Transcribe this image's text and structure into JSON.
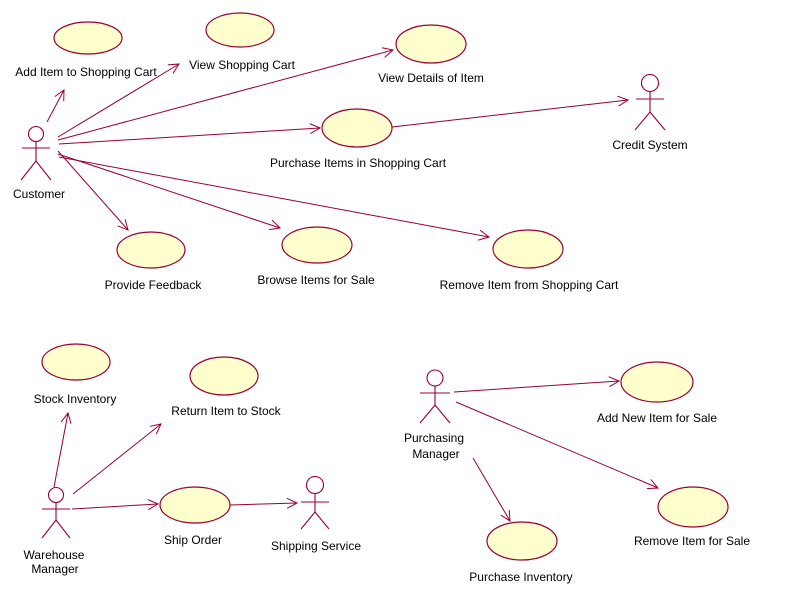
{
  "diagram": {
    "kind": "uml-use-case-diagram",
    "colors": {
      "background": "#FFFFFF",
      "line": "#990033",
      "usecase_fill": "#FFFFCE",
      "text": "#000000"
    },
    "actors": [
      {
        "id": "customer",
        "label": "Customer"
      },
      {
        "id": "credit-system",
        "label": "Credit System"
      },
      {
        "id": "warehouse-manager",
        "label_line1": "Warehouse",
        "label_line2": "Manager"
      },
      {
        "id": "shipping-service",
        "label": "Shipping Service"
      },
      {
        "id": "purchasing-manager",
        "label_line1": "Purchasing",
        "label_line2": "Manager"
      }
    ],
    "use_cases": [
      {
        "id": "add-item-to-shopping-cart",
        "label": "Add Item to Shopping Cart"
      },
      {
        "id": "view-shopping-cart",
        "label": "View Shopping Cart"
      },
      {
        "id": "view-details-of-item",
        "label": "View Details of Item"
      },
      {
        "id": "purchase-items-in-shopping-cart",
        "label": "Purchase Items in Shopping Cart"
      },
      {
        "id": "provide-feedback",
        "label": "Provide Feedback"
      },
      {
        "id": "browse-items-for-sale",
        "label": "Browse Items for Sale"
      },
      {
        "id": "remove-item-from-shopping-cart",
        "label": "Remove Item from Shopping Cart"
      },
      {
        "id": "stock-inventory",
        "label": "Stock Inventory"
      },
      {
        "id": "return-item-to-stock",
        "label": "Return Item to Stock"
      },
      {
        "id": "ship-order",
        "label": "Ship Order"
      },
      {
        "id": "add-new-item-for-sale",
        "label": "Add New Item for Sale"
      },
      {
        "id": "remove-item-for-sale",
        "label": "Remove Item for Sale"
      },
      {
        "id": "purchase-inventory",
        "label": "Purchase Inventory"
      }
    ],
    "associations": [
      {
        "from": "Customer",
        "to": "Add Item to Shopping Cart"
      },
      {
        "from": "Customer",
        "to": "View Shopping Cart"
      },
      {
        "from": "Customer",
        "to": "View Details of Item"
      },
      {
        "from": "Customer",
        "to": "Purchase Items in Shopping Cart"
      },
      {
        "from": "Customer",
        "to": "Provide Feedback"
      },
      {
        "from": "Customer",
        "to": "Browse Items for Sale"
      },
      {
        "from": "Customer",
        "to": "Remove Item from Shopping Cart"
      },
      {
        "from": "Purchase Items in Shopping Cart",
        "to": "Credit System"
      },
      {
        "from": "Warehouse Manager",
        "to": "Stock Inventory"
      },
      {
        "from": "Warehouse Manager",
        "to": "Return Item to Stock"
      },
      {
        "from": "Warehouse Manager",
        "to": "Ship Order"
      },
      {
        "from": "Ship Order",
        "to": "Shipping Service"
      },
      {
        "from": "Purchasing Manager",
        "to": "Add New Item for Sale"
      },
      {
        "from": "Purchasing Manager",
        "to": "Remove Item for Sale"
      },
      {
        "from": "Purchasing Manager",
        "to": "Purchase Inventory"
      }
    ]
  }
}
